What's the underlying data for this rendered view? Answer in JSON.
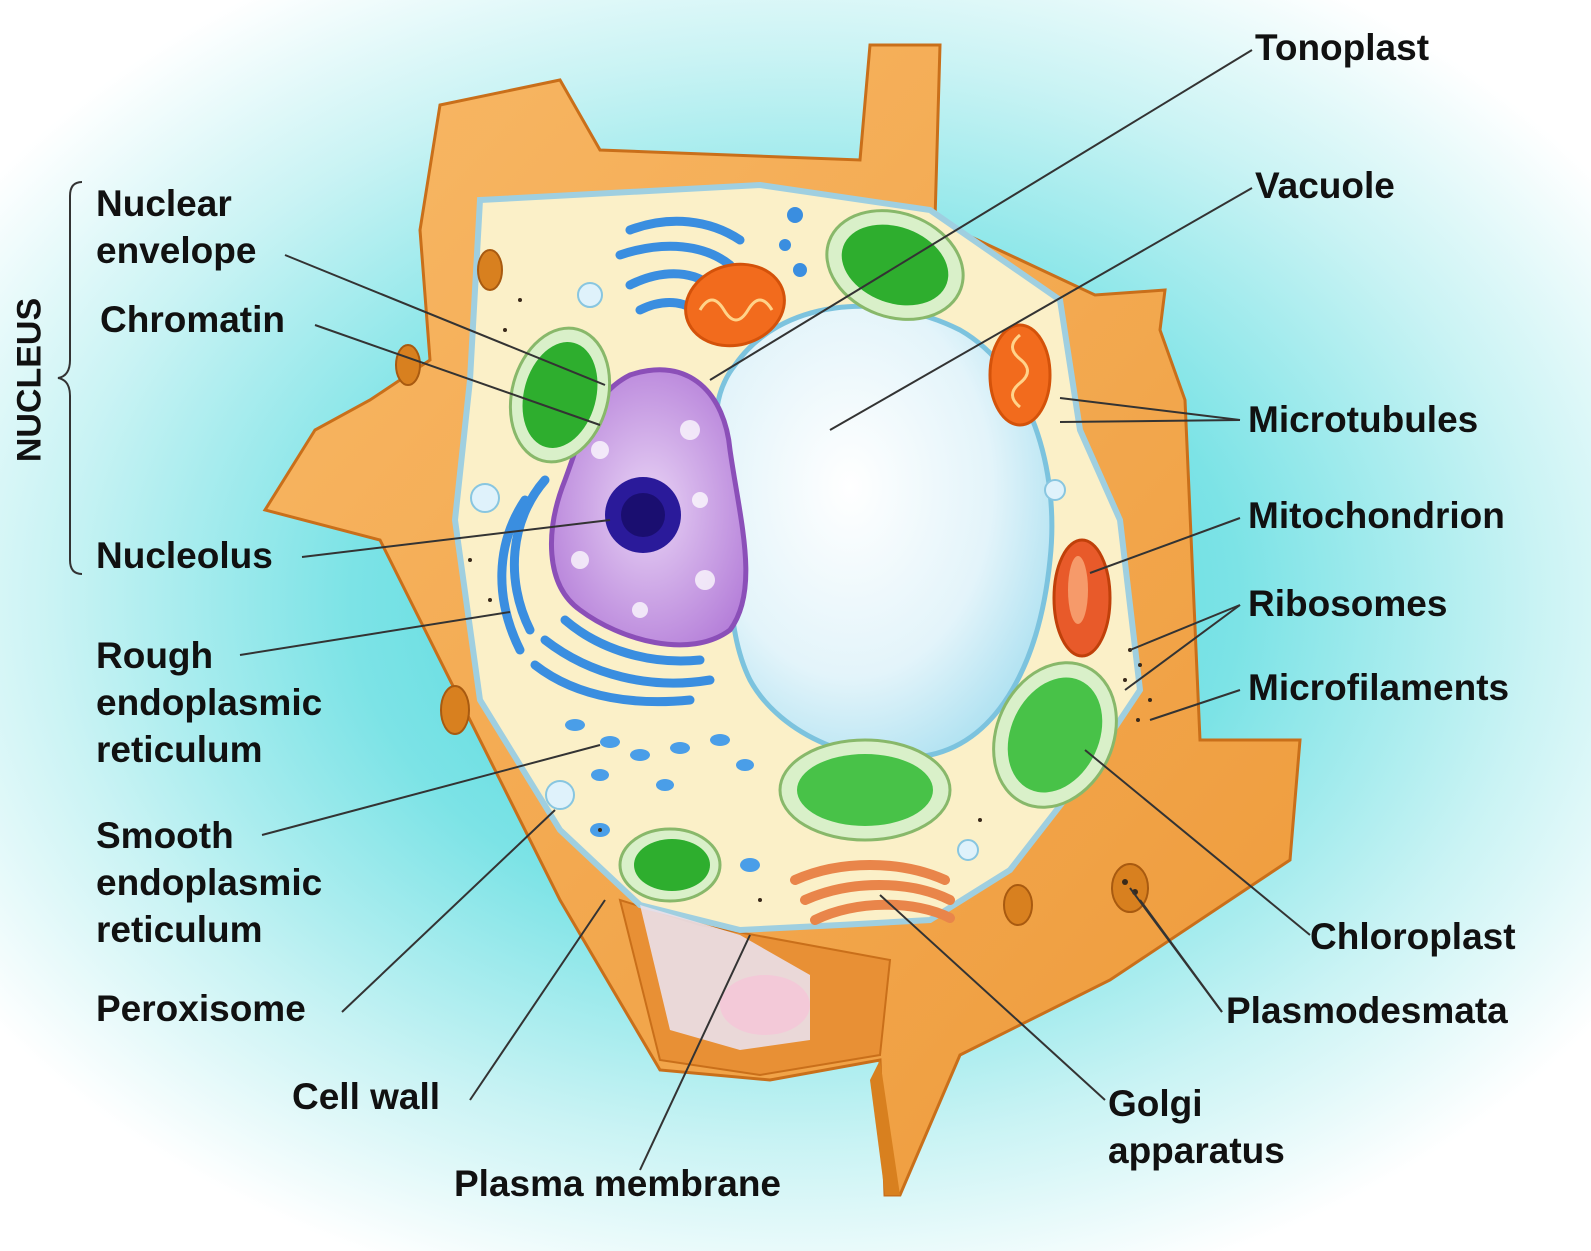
{
  "diagram": {
    "group_label": "NUCLEUS",
    "labels": {
      "nuclear_envelope": [
        "Nuclear",
        "envelope"
      ],
      "chromatin": "Chromatin",
      "nucleolus": "Nucleolus",
      "rough_er": [
        "Rough",
        "endoplasmic",
        "reticulum"
      ],
      "smooth_er": [
        "Smooth",
        "endoplasmic",
        "reticulum"
      ],
      "peroxisome": "Peroxisome",
      "cell_wall": "Cell wall",
      "plasma_membrane": "Plasma membrane",
      "tonoplast": "Tonoplast",
      "vacuole": "Vacuole",
      "microtubules": "Microtubules",
      "mitochondrion": "Mitochondrion",
      "ribosomes": "Ribosomes",
      "microfilaments": "Microfilaments",
      "chloroplast": "Chloroplast",
      "plasmodesmata": "Plasmodesmata",
      "golgi": [
        "Golgi",
        "apparatus"
      ]
    },
    "colors": {
      "cell_wall": "#f5a347",
      "cytoplasm": "#fbf0c8",
      "vacuole": "#dff2f8",
      "nucleus": "#c58fe0",
      "nucleolus": "#2a1a9a",
      "chloroplast": "#2eae2e",
      "mitochondrion": "#f26b1d",
      "er": "#3a8ee0",
      "golgi": "#e9854a"
    }
  }
}
